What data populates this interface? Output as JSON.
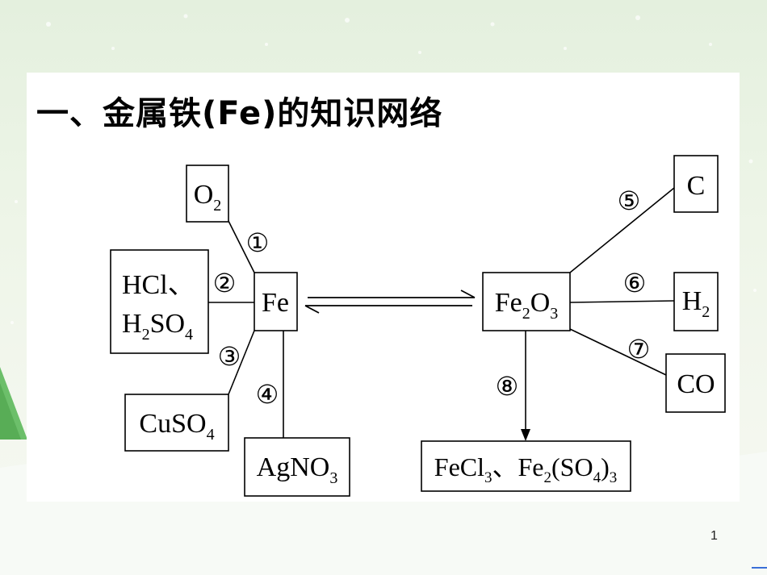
{
  "slide": {
    "title": "一、金属铁(Fe)的知识网络",
    "page_number": "1"
  },
  "diagram": {
    "nodes": {
      "o2": [
        "O",
        "2",
        ""
      ],
      "hcl": [
        "HCl、"
      ],
      "h2so4": [
        "H",
        "2",
        "SO",
        "4",
        ""
      ],
      "fe": [
        "Fe"
      ],
      "cuso4": [
        "CuSO",
        "4",
        ""
      ],
      "agno3": [
        "AgNO",
        "3",
        ""
      ],
      "fe2o3": [
        "Fe",
        "2",
        "O",
        "3",
        ""
      ],
      "c": [
        "C"
      ],
      "h2": [
        "H",
        "2",
        ""
      ],
      "co": [
        "CO"
      ],
      "products": [
        "FeCl",
        "3",
        "、Fe",
        "2",
        "(SO",
        "4",
        ")",
        "3",
        ""
      ]
    },
    "markers": [
      "①",
      "②",
      "③",
      "④",
      "⑤",
      "⑥",
      "⑦",
      "⑧"
    ],
    "colors": {
      "line": "#000000",
      "box_border": "#000000",
      "panel": "#ffffff"
    }
  }
}
